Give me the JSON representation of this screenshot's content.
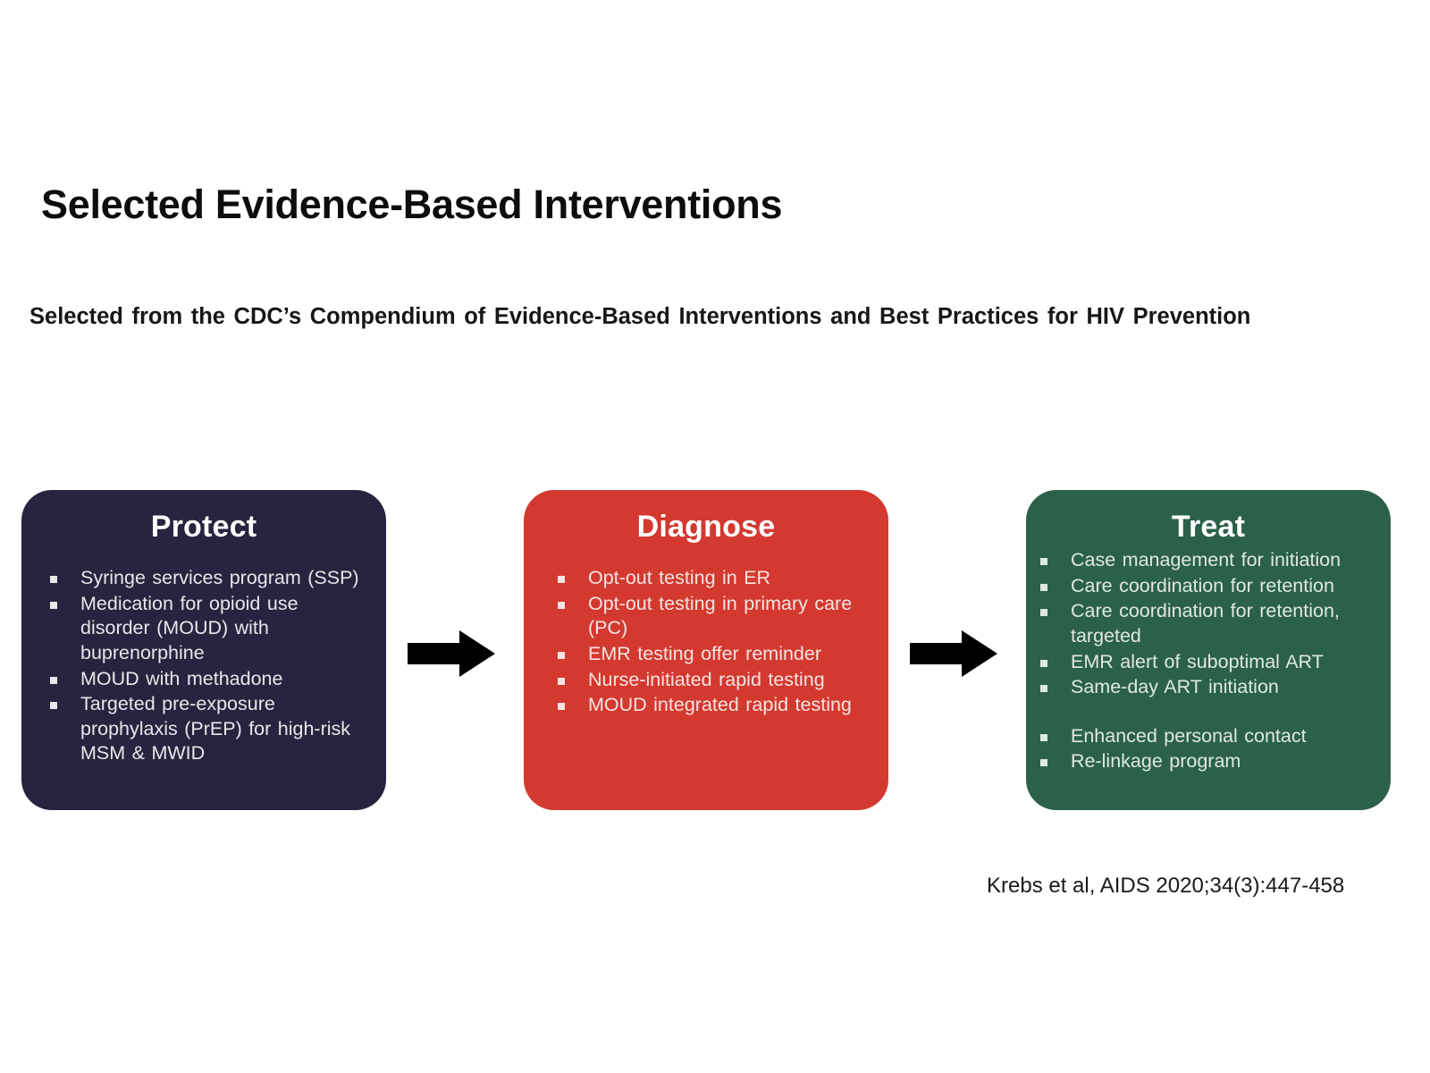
{
  "slide": {
    "title": "Selected Evidence-Based Interventions",
    "subtitle": "Selected from the CDC’s Compendium of Evidence-Based Interventions and Best Practices for HIV Prevention",
    "citation": "Krebs et al, AIDS 2020;34(3):447-458",
    "background_color": "#ffffff"
  },
  "flow": {
    "arrow_color": "#000000",
    "arrows": [
      {
        "name": "arrow-protect-to-diagnose",
        "icon": "right-arrow-icon"
      },
      {
        "name": "arrow-diagnose-to-treat",
        "icon": "right-arrow-icon"
      }
    ],
    "stages": [
      {
        "id": "protect",
        "title": "Protect",
        "color": "#28243f",
        "text_color": "#e7e7ea",
        "bullets": [
          "Syringe services program (SSP)",
          "Medication for opioid use disorder (MOUD) with buprenorphine",
          "MOUD with methadone",
          "Targeted pre-exposure prophylaxis (PrEP) for high-risk MSM & MWID"
        ]
      },
      {
        "id": "diagnose",
        "title": "Diagnose",
        "color": "#d3392f",
        "text_color": "#f6e4e2",
        "bullets": [
          "Opt-out testing in ER",
          "Opt-out testing in primary care (PC)",
          "EMR testing offer reminder",
          "Nurse-initiated rapid testing",
          "MOUD integrated rapid testing"
        ]
      },
      {
        "id": "treat",
        "title": "Treat",
        "color": "#2c6149",
        "text_color": "#dfe8e2",
        "bullets": [
          "Case management  for initiation",
          "Care coordination for retention",
          "Care coordination for retention, targeted",
          "EMR alert of suboptimal ART",
          "Same-day ART initiation",
          "",
          "Enhanced personal contact",
          "Re-linkage program"
        ]
      }
    ]
  }
}
